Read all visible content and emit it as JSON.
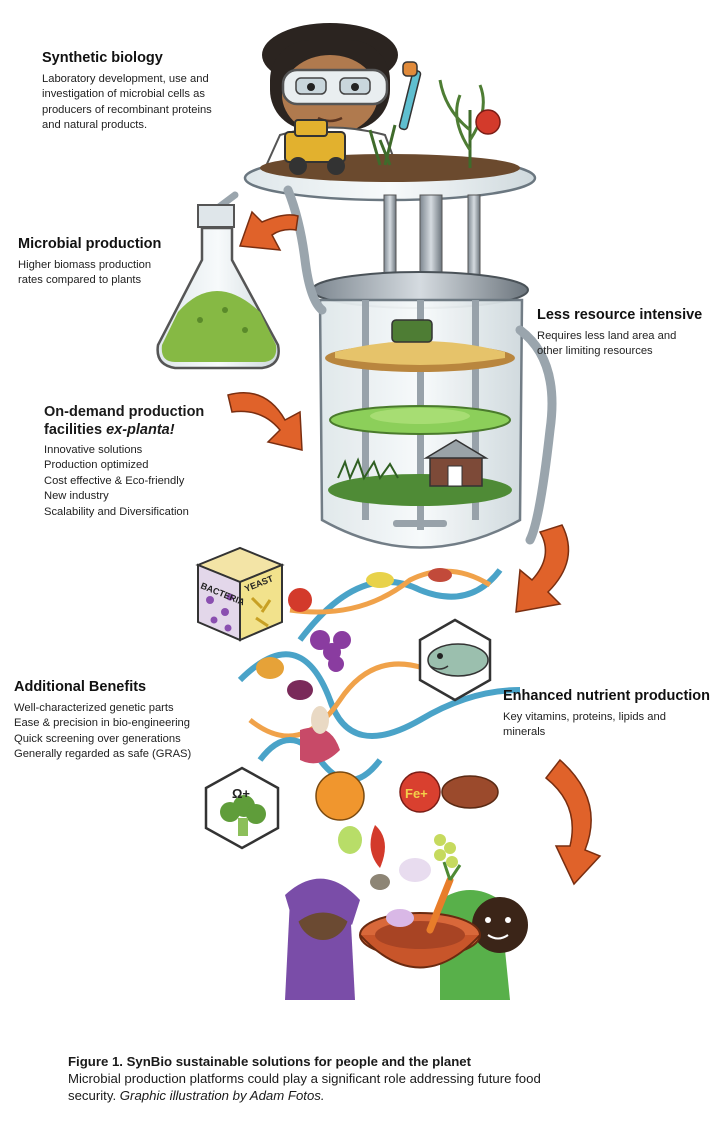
{
  "blocks": {
    "synthetic_biology": {
      "title": "Synthetic biology",
      "lines": [
        "Laboratory development, use and",
        "investigation of microbial cells as",
        "producers of recombinant proteins",
        "and natural products."
      ]
    },
    "microbial_production": {
      "title": "Microbial production",
      "lines": [
        "Higher biomass production",
        "rates compared to plants"
      ]
    },
    "less_resource": {
      "title": "Less resource intensive",
      "lines": [
        "Requires less land area and",
        "other limiting resources"
      ]
    },
    "on_demand": {
      "title_line1": "On-demand production",
      "title_line2_plain": "facilities ",
      "title_line2_italic": "ex-planta!",
      "lines": [
        "Innovative solutions",
        "Production optimized",
        "Cost effective & Eco-friendly",
        "New industry",
        "Scalability and Diversification"
      ]
    },
    "additional_benefits": {
      "title": "Additional Benefits",
      "lines": [
        "Well-characterized genetic parts",
        "Ease & precision in bio-engineering",
        "Quick screening over generations",
        "Generally regarded as safe (GRAS)"
      ]
    },
    "enhanced_nutrient": {
      "title": "Enhanced nutrient production",
      "lines": [
        "Key vitamins,  proteins, lipids and",
        "minerals"
      ]
    }
  },
  "labels": {
    "bacteria": "BACTERIA",
    "yeast": "YEAST",
    "omega": "Ω+",
    "iron": "Fe+"
  },
  "caption": {
    "title": "Figure 1. SynBio sustainable solutions for people and the planet",
    "body_line1": "Microbial production platforms could play a significant role addressing future food",
    "body_line2_plain": "security. ",
    "body_line2_italic": "Graphic illustration by Adam Fotos."
  },
  "colors": {
    "arrow": "#e0622a",
    "text": "#1a1a1a",
    "bacteria_purple": "#8a4fb0",
    "yeast_yellow": "#e8cc4a"
  }
}
